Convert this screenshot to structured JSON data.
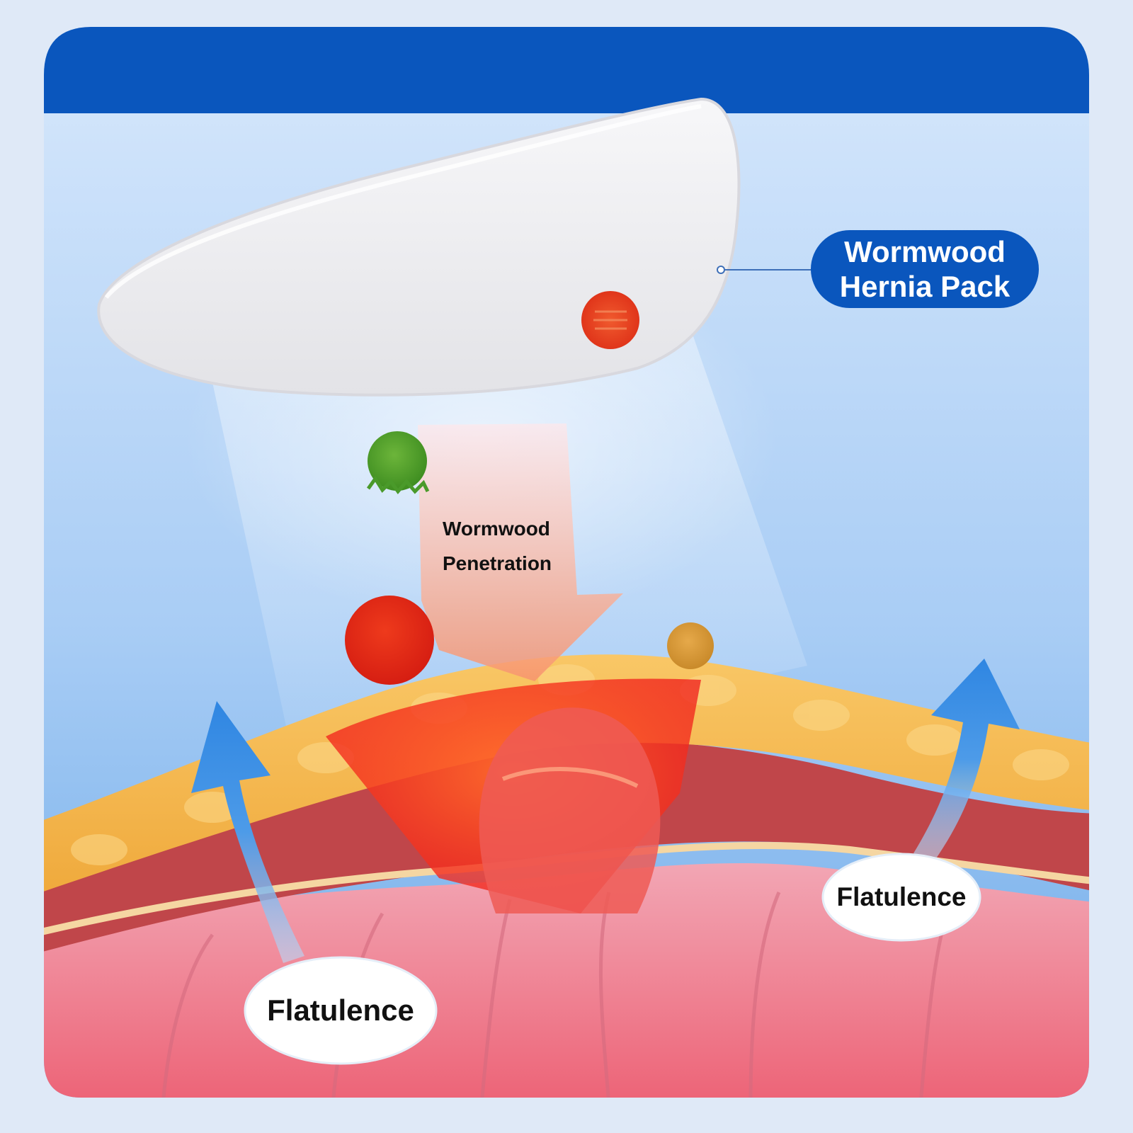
{
  "product_label": {
    "line1": "Wormwood",
    "line2": "Hernia Pack"
  },
  "process_label": {
    "line1": "Wormwood",
    "line2": "Penetration"
  },
  "symptom_labels": {
    "left": "Flatulence",
    "right": "Flatulence"
  },
  "colors": {
    "header_blue": "#0a56bd",
    "sky_top": "#cfe2fb",
    "sky_bottom": "#6aa8e8",
    "fat_layer": "#f4b646",
    "muscle_layer": "#c0464a",
    "intestine": "#ef8fa0",
    "heat_red": "#ee2a1a",
    "flow_arrow": "#3b8fe6"
  },
  "icons": [
    "pack-dot-red",
    "herb-particle-green",
    "heat-particle-red",
    "heat-particle-amber",
    "penetration-arrow",
    "flatulence-arrow-left",
    "flatulence-arrow-right"
  ]
}
